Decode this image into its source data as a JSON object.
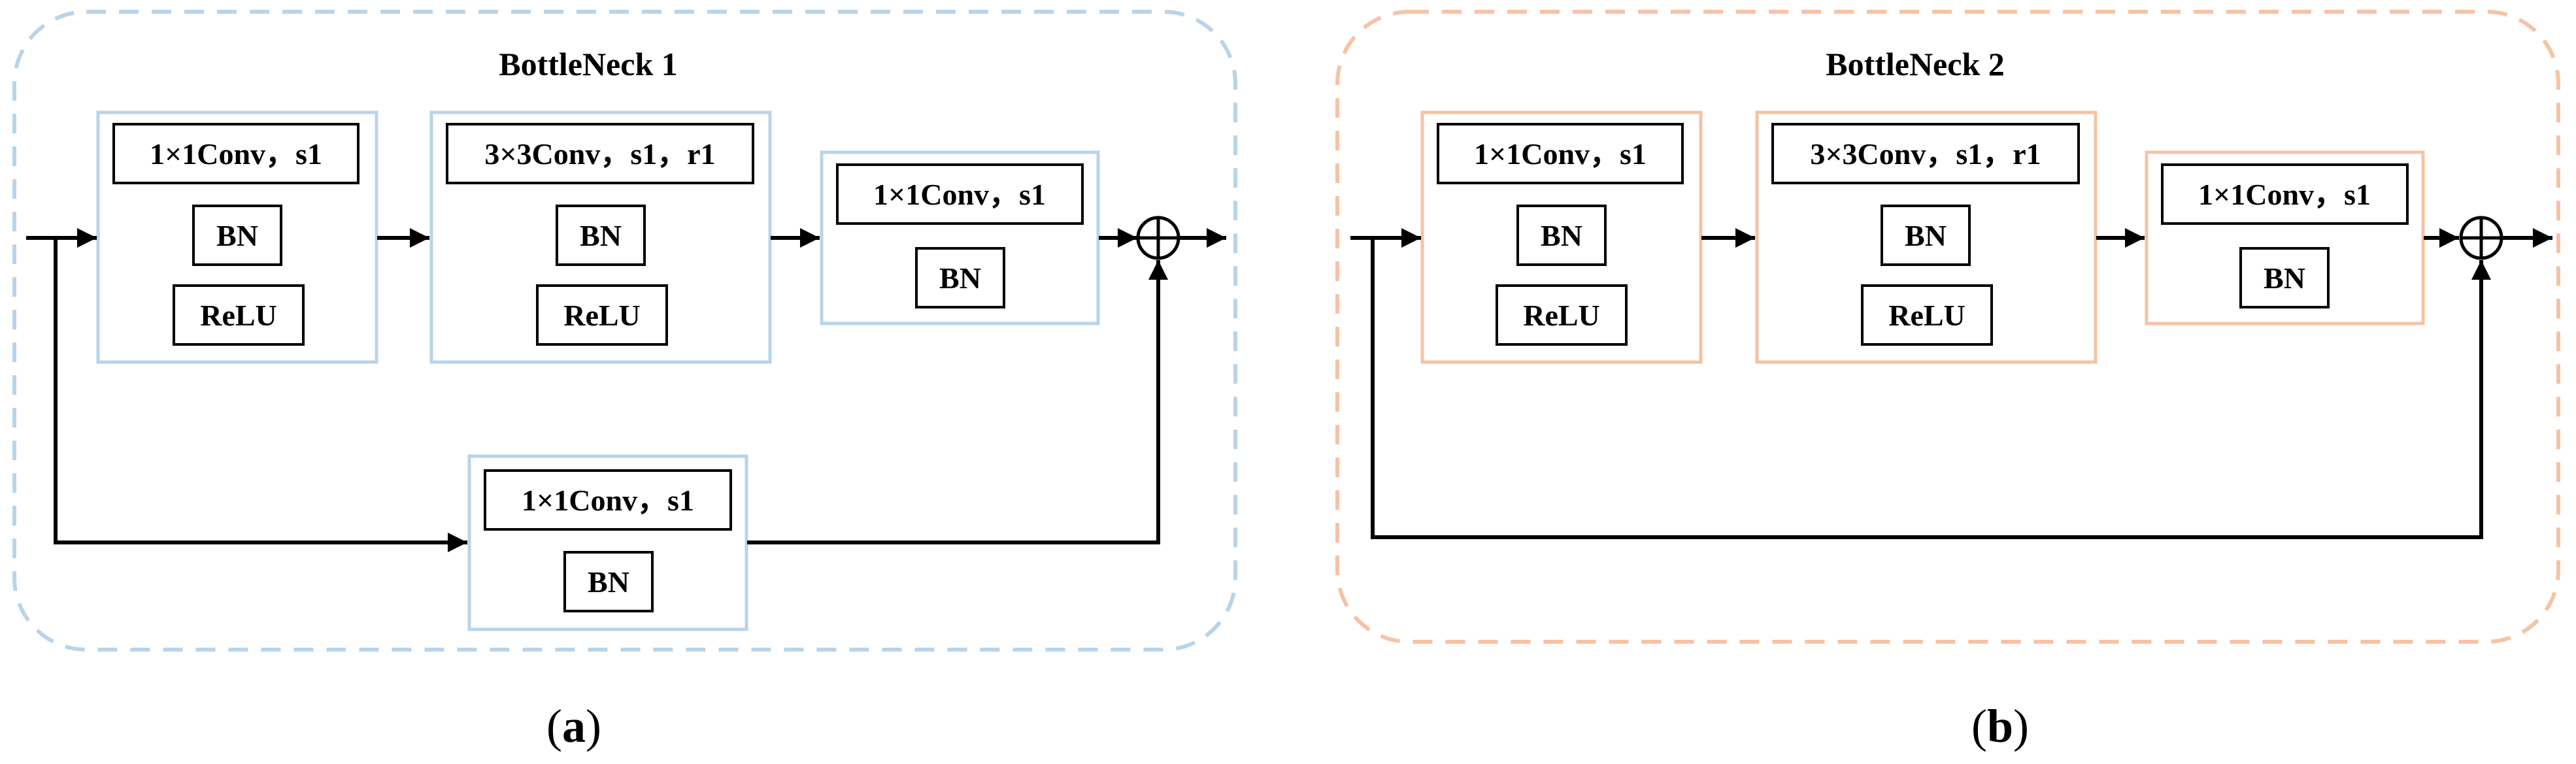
{
  "colors": {
    "panel_a": "#b8d4ea",
    "panel_b": "#f5c3a5",
    "line": "#000000"
  },
  "panel_a": {
    "title": "BottleNeck 1",
    "caption_open": "(",
    "caption_letter": "a",
    "caption_close": ")",
    "block1": {
      "conv": "1×1Conv，s1",
      "bn": "BN",
      "act": "ReLU"
    },
    "block2": {
      "conv": "3×3Conv，s1，r1",
      "bn": "BN",
      "act": "ReLU"
    },
    "block3": {
      "conv": "1×1Conv，s1",
      "bn": "BN"
    },
    "shortcut": {
      "conv": "1×1Conv，s1",
      "bn": "BN"
    },
    "sum_symbol": "plus-circle-icon"
  },
  "panel_b": {
    "title": "BottleNeck 2",
    "caption_open": "(",
    "caption_letter": "b",
    "caption_close": ")",
    "block1": {
      "conv": "1×1Conv，s1",
      "bn": "BN",
      "act": "ReLU"
    },
    "block2": {
      "conv": "3×3Conv，s1，r1",
      "bn": "BN",
      "act": "ReLU"
    },
    "block3": {
      "conv": "1×1Conv，s1",
      "bn": "BN"
    },
    "sum_symbol": "plus-circle-icon"
  }
}
